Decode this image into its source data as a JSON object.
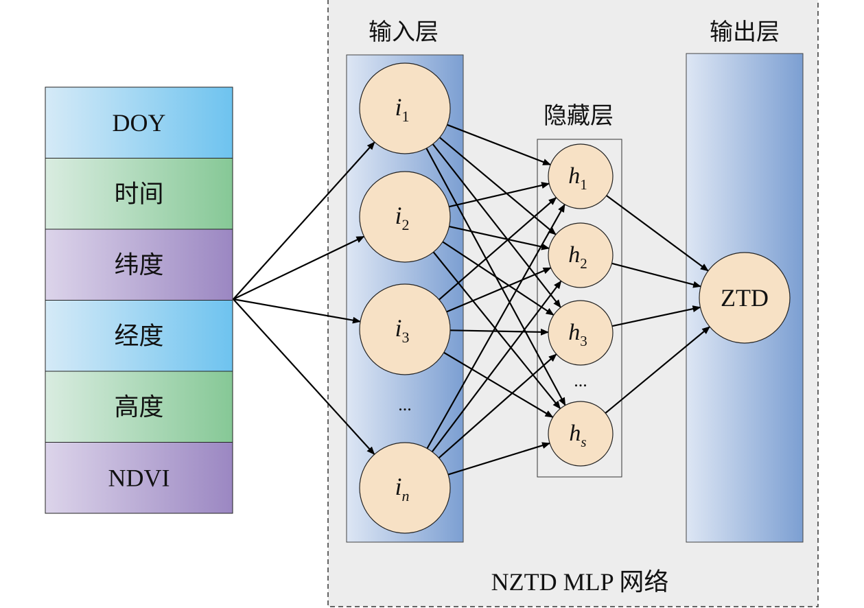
{
  "inputs": [
    {
      "label": "DOY",
      "theme": "blue"
    },
    {
      "label": "时间",
      "theme": "green"
    },
    {
      "label": "纬度",
      "theme": "purple"
    },
    {
      "label": "经度",
      "theme": "blue"
    },
    {
      "label": "高度",
      "theme": "green"
    },
    {
      "label": "NDVI",
      "theme": "purple"
    }
  ],
  "network": {
    "title": "NZTD MLP 网络",
    "input_layer": {
      "title": "输入层",
      "nodes": [
        {
          "base": "i",
          "sub": "1"
        },
        {
          "base": "i",
          "sub": "2"
        },
        {
          "base": "i",
          "sub": "3"
        },
        {
          "base": "i",
          "sub": "n"
        }
      ],
      "ellipsis": "..."
    },
    "hidden_layer": {
      "title": "隐藏层",
      "nodes": [
        {
          "base": "h",
          "sub": "1"
        },
        {
          "base": "h",
          "sub": "2"
        },
        {
          "base": "h",
          "sub": "3"
        },
        {
          "base": "h",
          "sub": "s"
        }
      ],
      "ellipsis": "..."
    },
    "output_layer": {
      "title": "输出层",
      "node": "ZTD"
    }
  },
  "colors": {
    "node_fill": "#f7e1c5",
    "container_bg": "#ededed",
    "layer_light": "#dde6f4",
    "layer_dark": "#7c9fd2",
    "blue_light": "#d5eaf7",
    "blue_dark": "#6ec3ef",
    "green_light": "#d9ece0",
    "green_dark": "#86c896",
    "purple_light": "#dcd4ea",
    "purple_dark": "#9b87c2"
  }
}
